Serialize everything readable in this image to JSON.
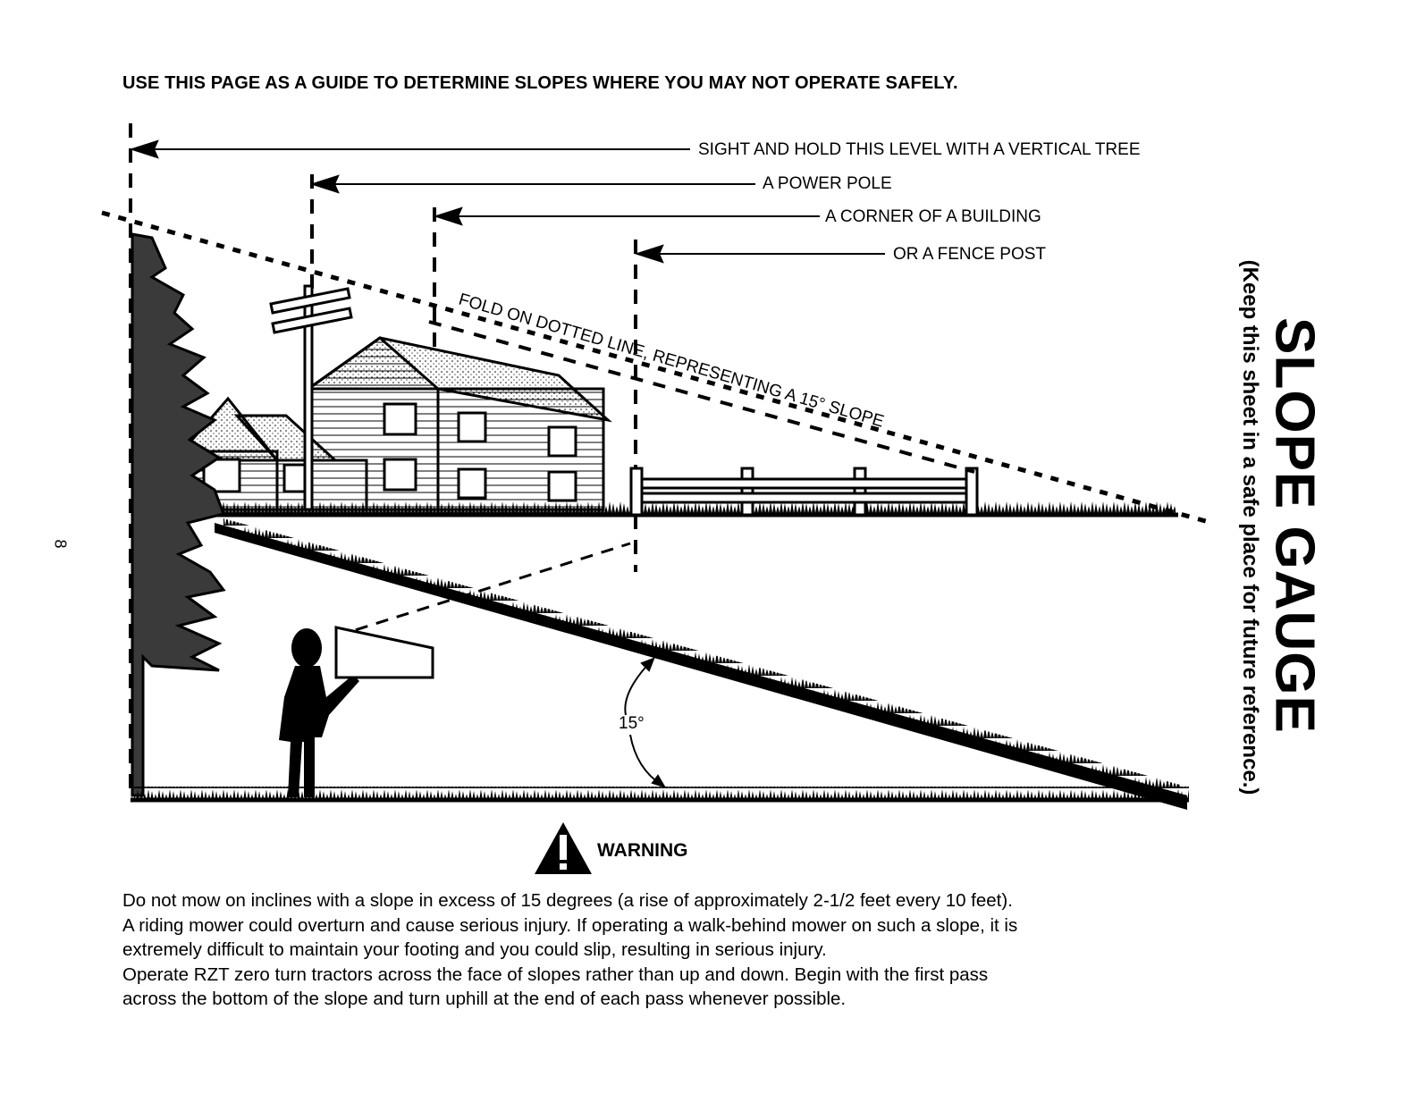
{
  "header": {
    "instruction": "USE THIS PAGE AS A GUIDE TO DETERMINE SLOPES WHERE YOU MAY NOT OPERATE SAFELY."
  },
  "side": {
    "title": "SLOPE GAUGE",
    "subtitle": "(Keep this sheet in a safe place for future reference.)",
    "page_number": "8"
  },
  "diagram": {
    "labels": {
      "tree": "SIGHT AND HOLD THIS LEVEL WITH A VERTICAL TREE",
      "pole": "A POWER POLE",
      "building": "A CORNER OF A BUILDING",
      "fence": "OR A FENCE POST"
    },
    "fold_line": "FOLD ON DOTTED LINE, REPRESENTING A 15° SLOPE",
    "angle_label": "15°"
  },
  "warning": {
    "title": "WARNING",
    "paragraphs": [
      "Do not mow on inclines with a slope in excess of 15 degrees (a rise of approximately 2-1/2 feet every 10 feet).",
      "A riding mower could overturn and cause serious injury.  If operating a walk-behind mower on such a slope, it is",
      "extremely difficult to maintain your footing and you could slip, resulting in serious injury.",
      "Operate RZT zero turn tractors across the face of slopes rather than up and down. Begin with the first pass",
      "across the bottom of the slope and turn uphill at the end of each pass whenever possible."
    ]
  }
}
